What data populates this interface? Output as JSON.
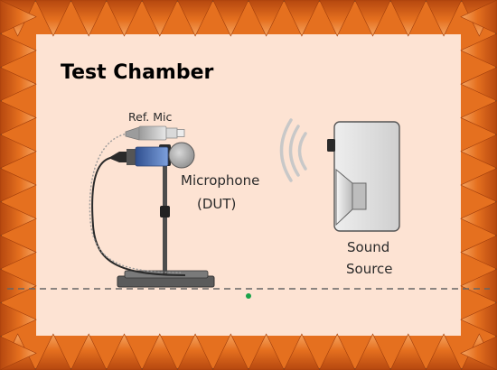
{
  "diagram": {
    "title": "Test Chamber",
    "labels": {
      "ref_mic": "Ref. Mic",
      "microphone_line1": "Microphone",
      "microphone_line2": "(DUT)",
      "source_line1": "Sound",
      "source_line2": "Source"
    },
    "colors": {
      "wedge_dark": "#b5470f",
      "wedge_mid": "#e5701f",
      "wedge_light": "#f6a460",
      "interior": "#fde3d3",
      "source_body": "#dcdcdc",
      "mic_blue": "#4f73b8",
      "floor_line": "#666666",
      "marker_dot": "#1aa34a"
    }
  }
}
